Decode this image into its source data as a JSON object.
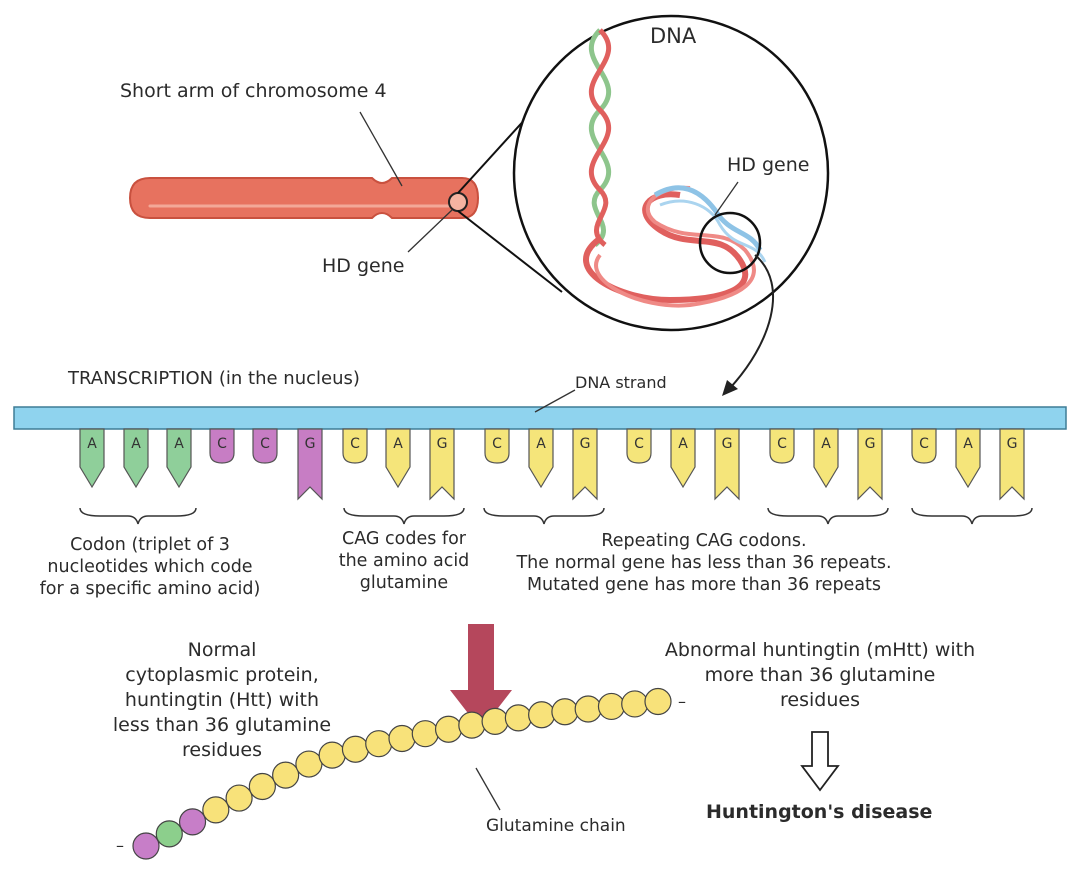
{
  "labels": {
    "chromosome": "Short arm of chromosome 4",
    "hd_gene_left": "HD gene",
    "dna": "DNA",
    "hd_gene_zoom": "HD gene",
    "transcription": "TRANSCRIPTION (in the nucleus)",
    "dna_strand": "DNA strand",
    "glutamine_chain": "Glutamine chain",
    "huntingtons": "Huntington's disease",
    "chain_end_left": "–",
    "chain_end_right": "–"
  },
  "codon_note": [
    "Codon (triplet of 3",
    "nucleotides which code",
    "for a specific amino acid)"
  ],
  "cag_note": [
    "CAG codes for",
    "the amino acid",
    "glutamine"
  ],
  "repeat_note": [
    "Repeating CAG codons.",
    "The normal gene has less than 36 repeats.",
    "Mutated gene has more than 36 repeats"
  ],
  "normal_note": [
    "Normal",
    "cytoplasmic protein,",
    "huntingtin (Htt) with",
    "less than 36 glutamine",
    "residues"
  ],
  "abnormal_note": [
    "Abnormal huntingtin (mHtt) with",
    "more than 36 glutamine",
    "residues"
  ],
  "nucleotides": [
    {
      "letter": "A",
      "kind": "triangle",
      "color": "#8fcf9a"
    },
    {
      "letter": "A",
      "kind": "triangle",
      "color": "#8fcf9a"
    },
    {
      "letter": "A",
      "kind": "triangle",
      "color": "#8fcf9a"
    },
    {
      "letter": "C",
      "kind": "round",
      "color": "#c77dc4"
    },
    {
      "letter": "C",
      "kind": "round",
      "color": "#c77dc4"
    },
    {
      "letter": "G",
      "kind": "long",
      "color": "#c77dc4"
    },
    {
      "letter": "C",
      "kind": "round",
      "color": "#f5e57a"
    },
    {
      "letter": "A",
      "kind": "triangle",
      "color": "#f5e57a"
    },
    {
      "letter": "G",
      "kind": "long",
      "color": "#f5e57a"
    },
    {
      "letter": "C",
      "kind": "round",
      "color": "#f5e57a"
    },
    {
      "letter": "A",
      "kind": "triangle",
      "color": "#f5e57a"
    },
    {
      "letter": "G",
      "kind": "long",
      "color": "#f5e57a"
    },
    {
      "letter": "C",
      "kind": "round",
      "color": "#f5e57a"
    },
    {
      "letter": "A",
      "kind": "triangle",
      "color": "#f5e57a"
    },
    {
      "letter": "G",
      "kind": "long",
      "color": "#f5e57a"
    },
    {
      "letter": "C",
      "kind": "round",
      "color": "#f5e57a"
    },
    {
      "letter": "A",
      "kind": "triangle",
      "color": "#f5e57a"
    },
    {
      "letter": "G",
      "kind": "long",
      "color": "#f5e57a"
    },
    {
      "letter": "C",
      "kind": "round",
      "color": "#f5e57a"
    },
    {
      "letter": "A",
      "kind": "triangle",
      "color": "#f5e57a"
    },
    {
      "letter": "G",
      "kind": "long",
      "color": "#f5e57a"
    }
  ],
  "chain_beads": [
    "purple",
    "green",
    "purple",
    "yellow",
    "yellow",
    "yellow",
    "yellow",
    "yellow",
    "yellow",
    "yellow",
    "yellow",
    "yellow",
    "yellow",
    "yellow",
    "yellow",
    "yellow",
    "yellow",
    "yellow",
    "yellow",
    "yellow",
    "yellow",
    "yellow",
    "yellow"
  ],
  "colors": {
    "chromosome": "#e7725f",
    "dna_bar": "#8fd3ee",
    "arrow": "#b5475c",
    "bead_yellow": "#f8e27a",
    "bead_green": "#8ccf8c",
    "bead_purple": "#c77ec8"
  }
}
